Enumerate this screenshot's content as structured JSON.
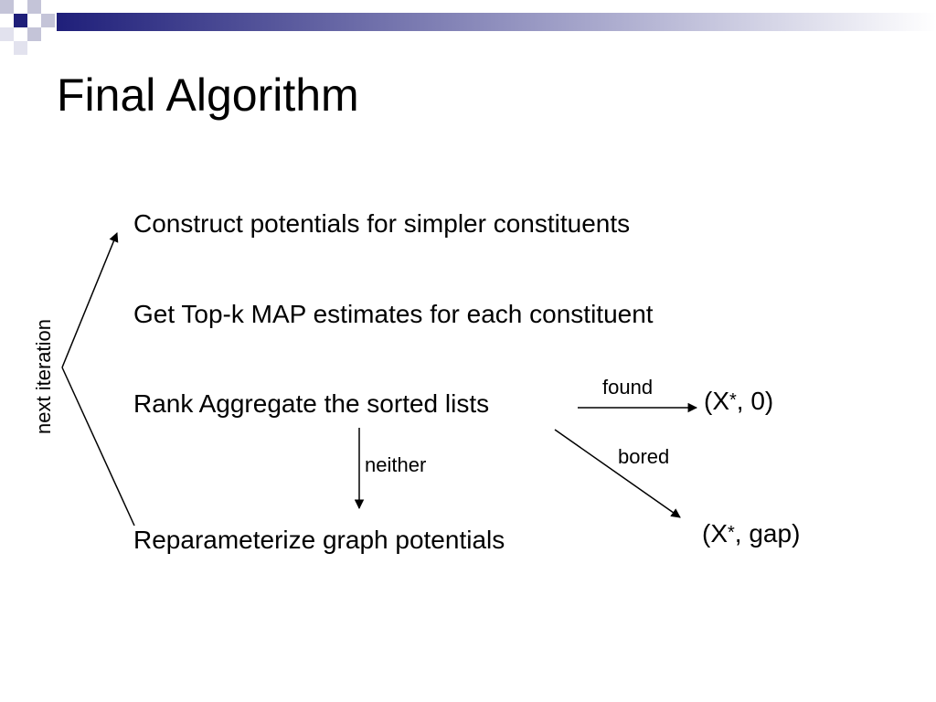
{
  "slide": {
    "title": "Final Algorithm",
    "steps": [
      "Construct potentials for simpler constituents",
      "Get Top-k MAP estimates for each constituent",
      "Rank Aggregate the sorted lists",
      "Reparameterize graph potentials"
    ],
    "loop_label": "next iteration",
    "edges": {
      "found": "found",
      "bored": "bored",
      "neither": "neither"
    },
    "results": {
      "found": {
        "prefix": "(X",
        "star": "*",
        "suffix": ", 0)"
      },
      "bored": {
        "prefix": "(X",
        "star": "*",
        "suffix": ", gap)"
      }
    },
    "colors": {
      "accent_navy": "#1f1f7a",
      "accent_gray": "#c4c4d8",
      "text": "#000000"
    }
  }
}
